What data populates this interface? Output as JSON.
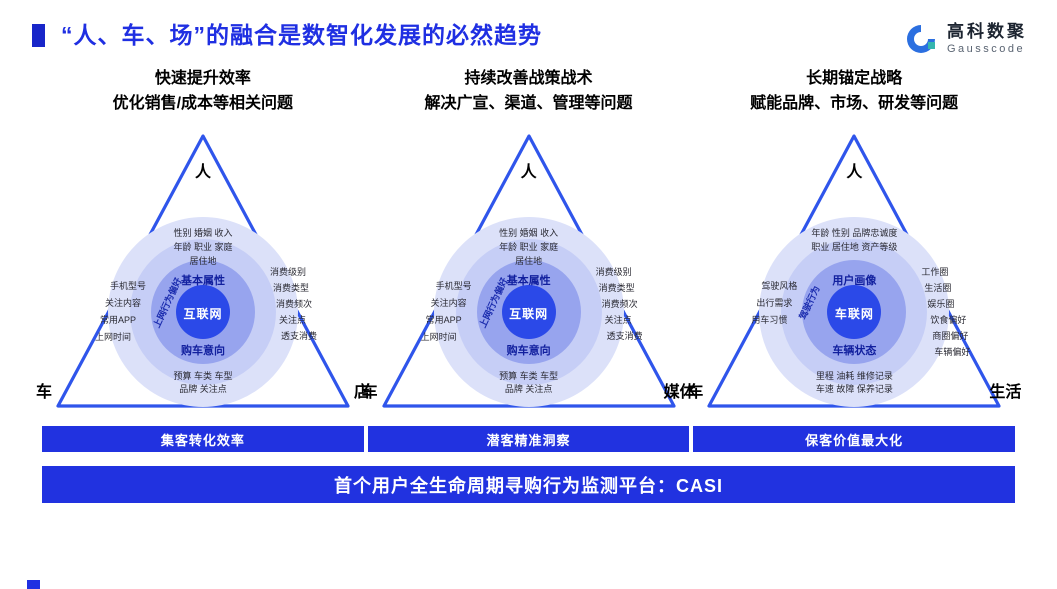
{
  "header": {
    "title": "“人、车、场”的融合是数智化发展的必然趋势",
    "logo": {
      "name": "高科数聚",
      "subtitle": "Gausscode"
    }
  },
  "colors": {
    "title_blue": "#1f2fe2",
    "banner_blue": "#2132e0",
    "triangle_stroke": "#2f55eb",
    "circle_outer": "#dce1f9",
    "circle_mid": "#c6cef6",
    "circle_ring": "#97a4ee",
    "circle_center": "#2b49e8",
    "logo_teal": "#35b5ae"
  },
  "columns": [
    {
      "heading_line1": "快速提升效率",
      "heading_line2": "优化销售/成本等相关问题",
      "banner": "集客转化效率",
      "diagram": {
        "apex": "人",
        "bottom_left": "车",
        "bottom_right": "店",
        "center": "互联网",
        "ring_top": "基本属性",
        "ring_bottom": "购车意向",
        "ring_left": "上网行为偏好",
        "cluster_top": [
          "性别  婚姻  收入",
          "年龄  职业  家庭",
          "居住地"
        ],
        "cluster_left": [
          "手机型号",
          "关注内容",
          "常用APP",
          "上网时间"
        ],
        "cluster_right": [
          "消费级别",
          "消费类型",
          "消费频次",
          "关注点",
          "透支消费"
        ],
        "cluster_bottom": [
          "预算  车类  车型",
          "品牌  关注点"
        ]
      }
    },
    {
      "heading_line1": "持续改善战策战术",
      "heading_line2": "解决广宣、渠道、管理等问题",
      "banner": "潜客精准洞察",
      "diagram": {
        "apex": "人",
        "bottom_left": "车",
        "bottom_right": "媒体",
        "center": "互联网",
        "ring_top": "基本属性",
        "ring_bottom": "购车意向",
        "ring_left": "上网行为偏好",
        "cluster_top": [
          "性别  婚姻  收入",
          "年龄  职业  家庭",
          "居住地"
        ],
        "cluster_left": [
          "手机型号",
          "关注内容",
          "常用APP",
          "上网时间"
        ],
        "cluster_right": [
          "消费级别",
          "消费类型",
          "消费频次",
          "关注点",
          "透支消费"
        ],
        "cluster_bottom": [
          "预算  车类  车型",
          "品牌  关注点"
        ]
      }
    },
    {
      "heading_line1": "长期锚定战略",
      "heading_line2": "赋能品牌、市场、研发等问题",
      "banner": "保客价值最大化",
      "diagram": {
        "apex": "人",
        "bottom_left": "车",
        "bottom_right": "生活",
        "center": "车联网",
        "ring_top": "用户画像",
        "ring_bottom": "车辆状态",
        "ring_left": "驾驶行为",
        "cluster_top": [
          "年龄  性别  品牌忠诚度",
          "职业  居住地  资产等级"
        ],
        "cluster_left": [
          "驾驶风格",
          "出行需求",
          "用车习惯"
        ],
        "cluster_right": [
          "工作圈",
          "生活圈",
          "娱乐圈",
          "饮食偏好",
          "商圈偏好",
          "车辆偏好"
        ],
        "cluster_bottom": [
          "里程  油耗  维修记录",
          "车速  故障  保养记录"
        ]
      }
    }
  ],
  "footer_banner": "首个用户全生命周期寻购行为监测平台：CASI"
}
